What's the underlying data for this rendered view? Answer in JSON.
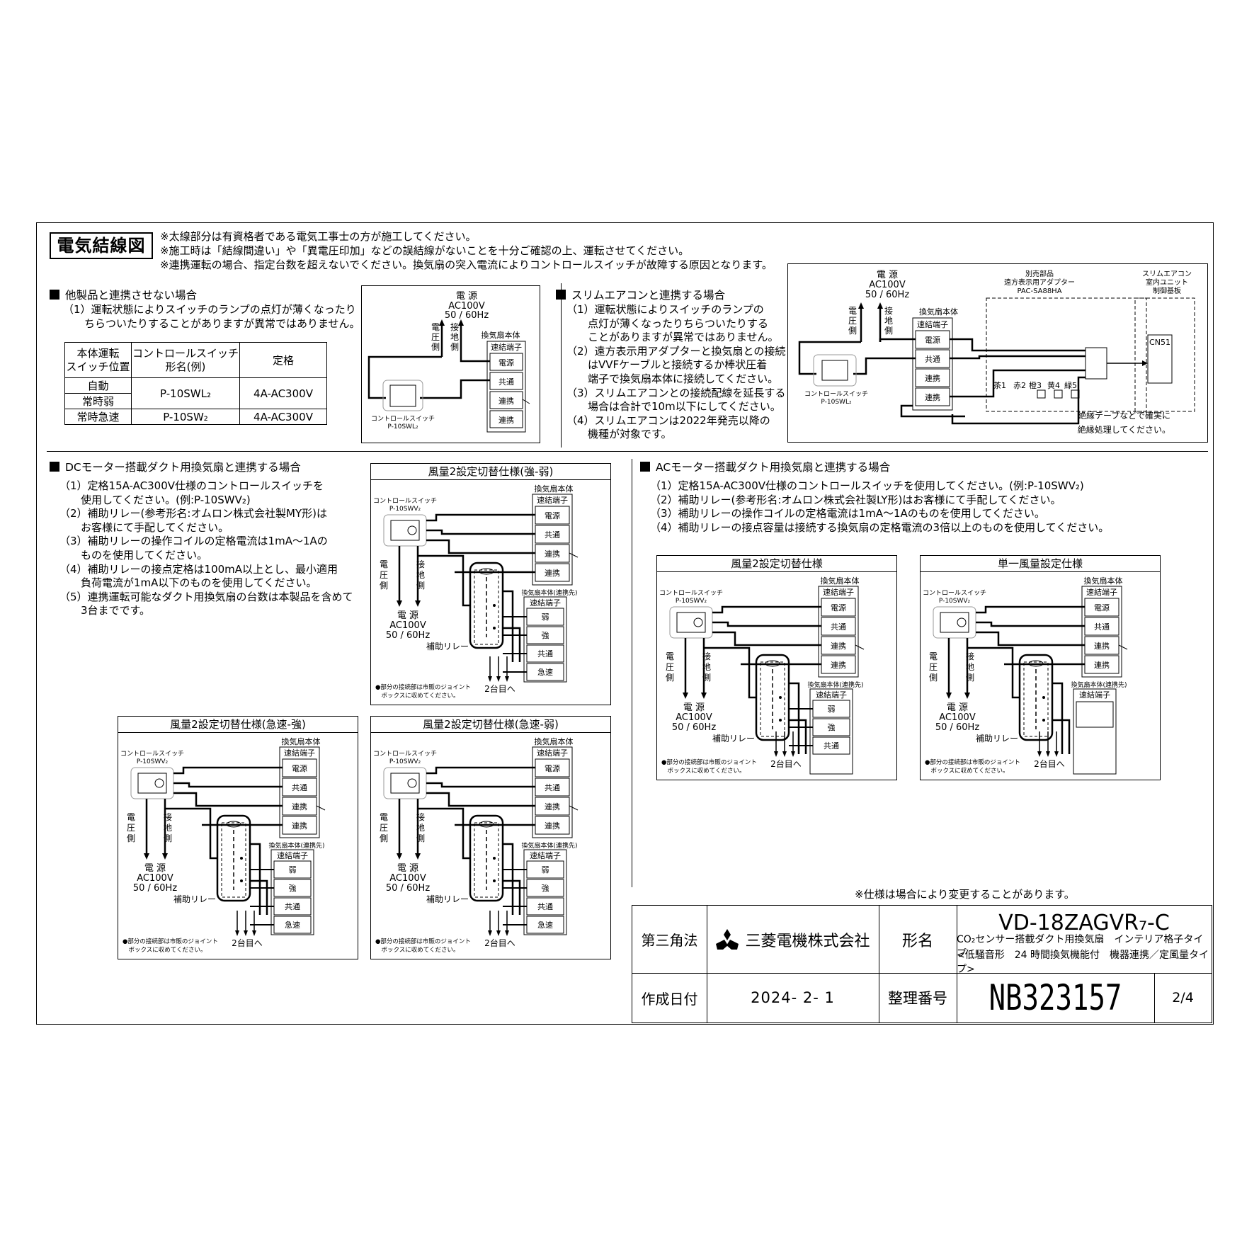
{
  "doc": {
    "title": "電気結線図",
    "notes": [
      "※太線部分は有資格者である電気工事士の方が施工してください。",
      "※施工時は「結線間違い」や「異電圧印加」などの誤結線がないことを十分ご確認の上、運転させてください。",
      "※連携運転の場合、指定台数を超えないでください。換気扇の突入電流によりコントロールスイッチが故障する原因となります。"
    ],
    "spec_change_note": "※仕様は場合により変更することがあります。"
  },
  "sec1": {
    "header": "他製品と連携させない場合",
    "body": "（1）運転状態によりスイッチのランプの点灯が薄くなったり\n　　ちらついたりすることがありますが異常ではありません。",
    "table": {
      "h1": "本体運転\nスイッチ位置",
      "h2": "コントロールスイッチ\n形名(例)",
      "h3": "定格",
      "r1c1": "自動",
      "r2c1": "常時弱",
      "r12c2": "P-10SWL₂",
      "r12c3": "4A-AC300V",
      "r3c1": "常時急速",
      "r3c2": "P-10SW₂",
      "r3c3": "4A-AC300V"
    }
  },
  "sec2": {
    "header": "スリムエアコンと連携する場合",
    "body": "（1）運転状態によりスイッチのランプの\n　　点灯が薄くなったりちらついたりする\n　　ことがありますが異常ではありません。\n（2）遠方表示用アダプターと換気扇との接続\n　　はVVFケーブルと接続するか棒状圧着\n　　端子で換気扇本体に接続してください。\n（3）スリムエアコンとの接続配線を延長する\n　　場合は合計で10m以下にしてください。\n（4）スリムエアコンは2022年発売以降の\n　　機種が対象です。"
  },
  "sec3": {
    "header": "DCモーター搭載ダクト用換気扇と連携する場合",
    "body": "（1）定格15A-AC300V仕様のコントロールスイッチを\n　　使用してください。(例:P-10SWV₂)\n（2）補助リレー(参考形名:オムロン株式会社製MY形)は\n　　お客様にて手配してください。\n（3）補助リレーの操作コイルの定格電流は1mA～1Aの\n　　ものを使用してください。\n（4）補助リレーの接点定格は100mA以上とし、最小適用\n　　負荷電流が1mA以下のものを使用してください。\n（5）連携運転可能なダクト用換気扇の台数は本製品を含めて\n　　3台までです。"
  },
  "sec4": {
    "header": "ACモーター搭載ダクト用換気扇と連携する場合",
    "body": "（1）定格15A-AC300V仕様のコントロールスイッチを使用してください。(例:P-10SWV₂)\n（2）補助リレー(参考形名:オムロン株式会社製LY形)はお客様にて手配してください。\n（3）補助リレーの操作コイルの定格電流は1mA～1Aのものを使用してください。\n（4）補助リレーの接点容量は接続する換気扇の定格電流の3倍以上のものを使用してください。"
  },
  "labels": {
    "power": "電 源",
    "ac": "AC100V",
    "hz": "50 / 60Hz",
    "voltage_side": "電\n圧\n側",
    "ground_side": "接\n地\n側",
    "fan_body": "換気扇本体",
    "terminal": "速結端子",
    "fan_linked": "換気扇本体(連携先)",
    "t_power": "電源",
    "t_common": "共通",
    "t_link": "連携",
    "t_weak": "弱",
    "t_strong": "強",
    "t_rapid": "急速",
    "switch": "コントロールスイッチ",
    "sw_swl": "P-10SWL₂",
    "sw_swv": "P-10SWV₂",
    "relay": "補助リレー",
    "to2": "2台目へ",
    "joint_note": "●部分の接続部は市販のジョイント\n　ボックスに収めてください。",
    "adapter_title": "別売部品\n遠方表示用アダプター\nPAC-SA88HA",
    "aircon_title": "スリムエアコン\n室内ユニット\n制御基板",
    "cn51": "CN51",
    "wires": [
      "茶1",
      "赤2",
      "橙3",
      "黄4",
      "緑5"
    ],
    "insulate": "絶縁テープなどで確実に\n絶縁処理してください。"
  },
  "diagrams": {
    "dc1_title": "風量2設定切替仕様(強-弱)",
    "dc2_title": "風量2設定切替仕様(急速-強)",
    "dc3_title": "風量2設定切替仕様(急速-弱)",
    "ac1_title": "風量2設定切替仕様",
    "ac2_title": "単一風量設定仕様"
  },
  "titleblock": {
    "projection": "第三角法",
    "company": "三菱電機株式会社",
    "model_label": "形名",
    "model": "VD-18ZAGVR₇-C",
    "desc1": "CO₂センサー搭載ダクト用換気扇　インテリア格子タイプ",
    "desc2": "<低騒音形　24 時間換気機能付　機器連携／定風量タイプ>",
    "date_label": "作成日付",
    "date": "2024- 2- 1",
    "number_label": "整理番号",
    "number": "NB323157",
    "page": "2/4"
  }
}
